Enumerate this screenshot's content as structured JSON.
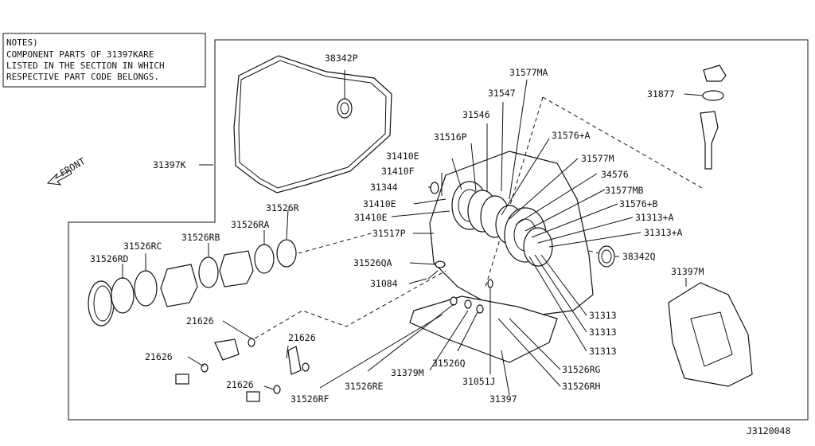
{
  "notes": {
    "heading": "NOTES)",
    "lines": [
      "COMPONENT PARTS OF 31397KARE",
      "LISTED IN THE SECTION IN WHICH",
      "RESPECTIVE PART CODE BELONGS."
    ]
  },
  "front_label": "FRONT",
  "diagram_code": "J3120048",
  "callouts": {
    "p38342P": "38342P",
    "p31397K": "31397K",
    "p31577MA": "31577MA",
    "p31547": "31547",
    "p31546": "31546",
    "p31516P": "31516P",
    "p31410E_a": "31410E",
    "p31410F": "31410F",
    "p31344": "31344",
    "p31410E_b": "31410E",
    "p31410E_c": "31410E",
    "p31517P": "31517P",
    "p31576A": "31576+A",
    "p31577M": "31577M",
    "p34576": "34576",
    "p31577MB": "31577MB",
    "p31576B": "31576+B",
    "p31313A_a": "31313+A",
    "p31313A_b": "31313+A",
    "p38342Q": "38342Q",
    "p31877": "31877",
    "p31397M": "31397M",
    "p31526R": "31526R",
    "p31526RA": "31526RA",
    "p31526RB": "31526RB",
    "p31526RC": "31526RC",
    "p31526RD": "31526RD",
    "p31526QA": "31526QA",
    "p31084": "31084",
    "p21626_a": "21626",
    "p21626_b": "21626",
    "p21626_c": "21626",
    "p21626_d": "21626",
    "p31313_a": "31313",
    "p31313_b": "31313",
    "p31313_c": "31313",
    "p31526RG": "31526RG",
    "p31526RH": "31526RH",
    "p31379M": "31379M",
    "p31526Q": "31526Q",
    "p31051J": "31051J",
    "p31397": "31397",
    "p31526RE": "31526RE",
    "p31526RF": "31526RF"
  }
}
